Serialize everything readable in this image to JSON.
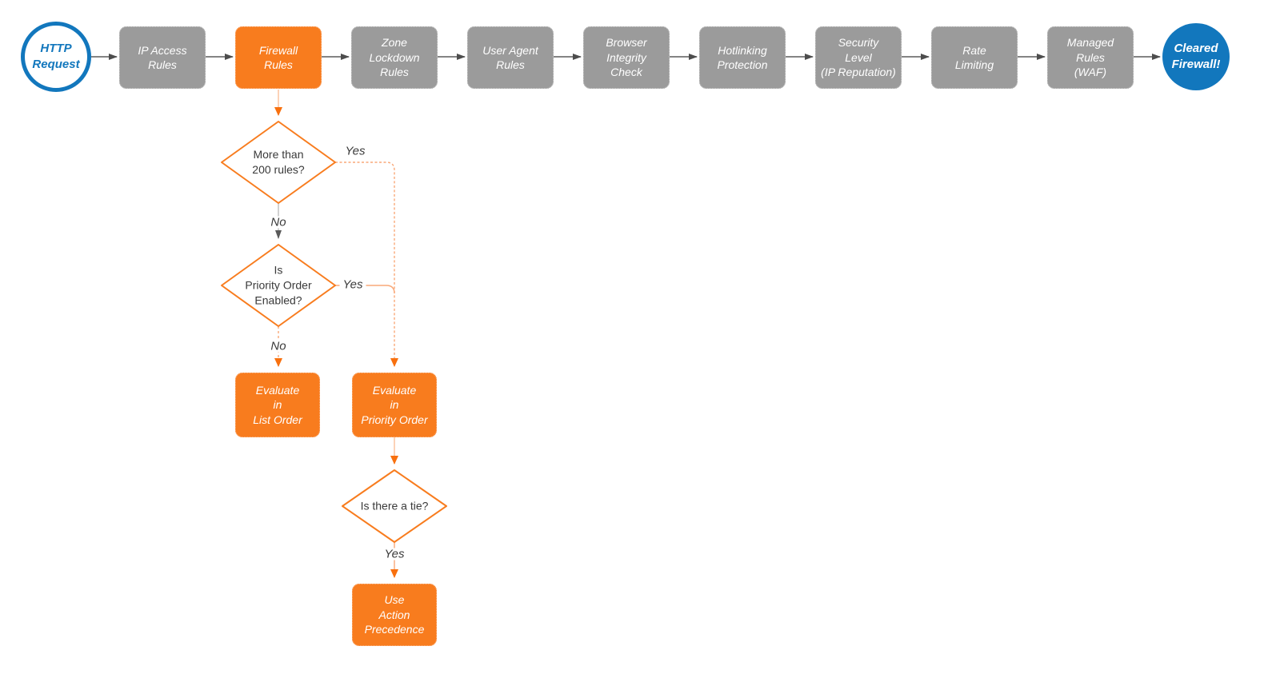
{
  "colors": {
    "brand_blue": "#1277bd",
    "accent_orange": "#f87c1e",
    "connector_orange_light": "#f9a878",
    "node_gray": "#9b9b9b",
    "arrow_dark": "#4d4d4d",
    "text_dark": "#3a3a3a",
    "node_text": "#ffffff"
  },
  "start": {
    "label": "HTTP\nRequest"
  },
  "end": {
    "label": "Cleared\nFirewall!"
  },
  "pipeline": [
    {
      "label": "IP Access\nRules",
      "type": "gray"
    },
    {
      "label": "Firewall\nRules",
      "type": "orange"
    },
    {
      "label": "Zone\nLockdown\nRules",
      "type": "gray"
    },
    {
      "label": "User Agent\nRules",
      "type": "gray"
    },
    {
      "label": "Browser\nIntegrity\nCheck",
      "type": "gray"
    },
    {
      "label": "Hotlinking\nProtection",
      "type": "gray"
    },
    {
      "label": "Security\nLevel\n(IP Reputation)",
      "type": "gray"
    },
    {
      "label": "Rate\nLimiting",
      "type": "gray"
    },
    {
      "label": "Managed\nRules\n(WAF)",
      "type": "gray"
    }
  ],
  "decisions": {
    "more_than_200_rules": {
      "label": "More than\n200 rules?"
    },
    "priority_order_enabled": {
      "label": "Is\nPriority Order\nEnabled?"
    },
    "is_there_a_tie": {
      "label": "Is there a tie?"
    }
  },
  "actions": {
    "list_order": {
      "label": "Evaluate\nin\nList Order"
    },
    "priority_order": {
      "label": "Evaluate\nin\nPriority Order"
    },
    "action_precedence": {
      "label": "Use\nAction\nPrecedence"
    }
  },
  "edge_labels": {
    "yes1": "Yes",
    "no1": "No",
    "yes2": "Yes",
    "no2": "No",
    "yes3": "Yes"
  }
}
